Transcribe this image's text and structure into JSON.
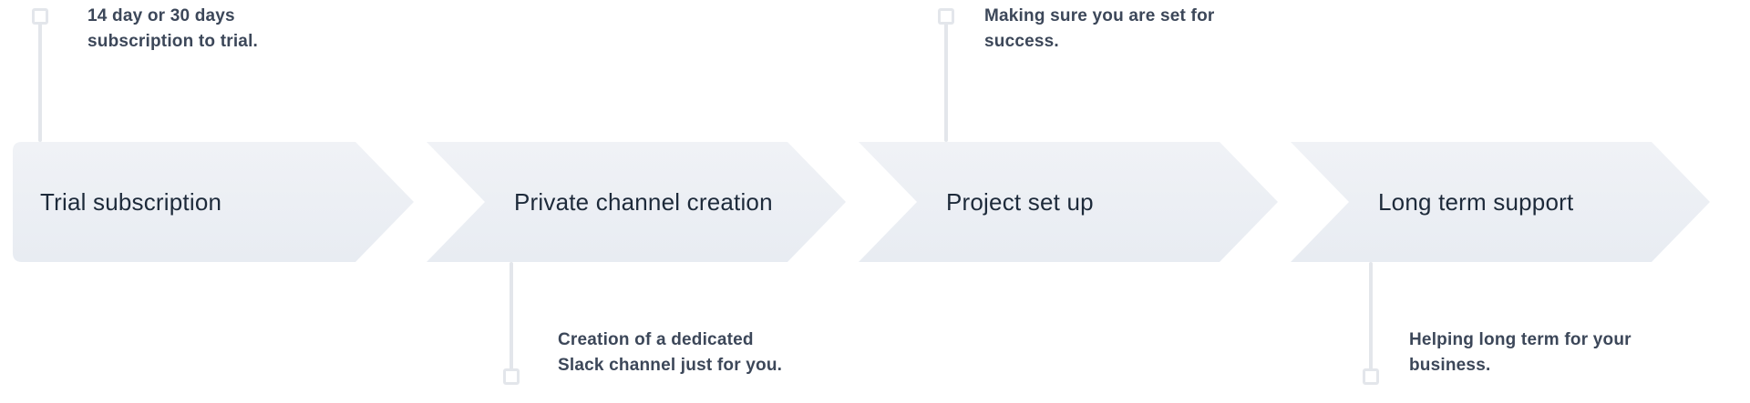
{
  "background": "#ffffff",
  "colors": {
    "background": "#ffffff",
    "bar_fill_top": "#f0f2f6",
    "bar_fill_bottom": "#e8ecf2",
    "bar_text": "#1d2a3a",
    "note_text": "#3c4759",
    "connector": "#e3e6eb",
    "marker_fill": "#ffffff",
    "marker_border": "#e3e6eb"
  },
  "stages": [
    {
      "label": "Trial subscription",
      "note_position": "top",
      "note": {
        "line1": "14 day or 30 days",
        "line2": "subscription to trial."
      }
    },
    {
      "label": "Private channel creation",
      "note_position": "bottom",
      "note": {
        "line1": "Creation of a dedicated",
        "line2": "Slack channel just for you."
      }
    },
    {
      "label": "Project set up",
      "note_position": "top",
      "note": {
        "line1": "Making sure you are set for",
        "line2": "success."
      }
    },
    {
      "label": "Long term support",
      "note_position": "bottom",
      "note": {
        "line1": "Helping long term for your",
        "line2": "business."
      }
    }
  ]
}
